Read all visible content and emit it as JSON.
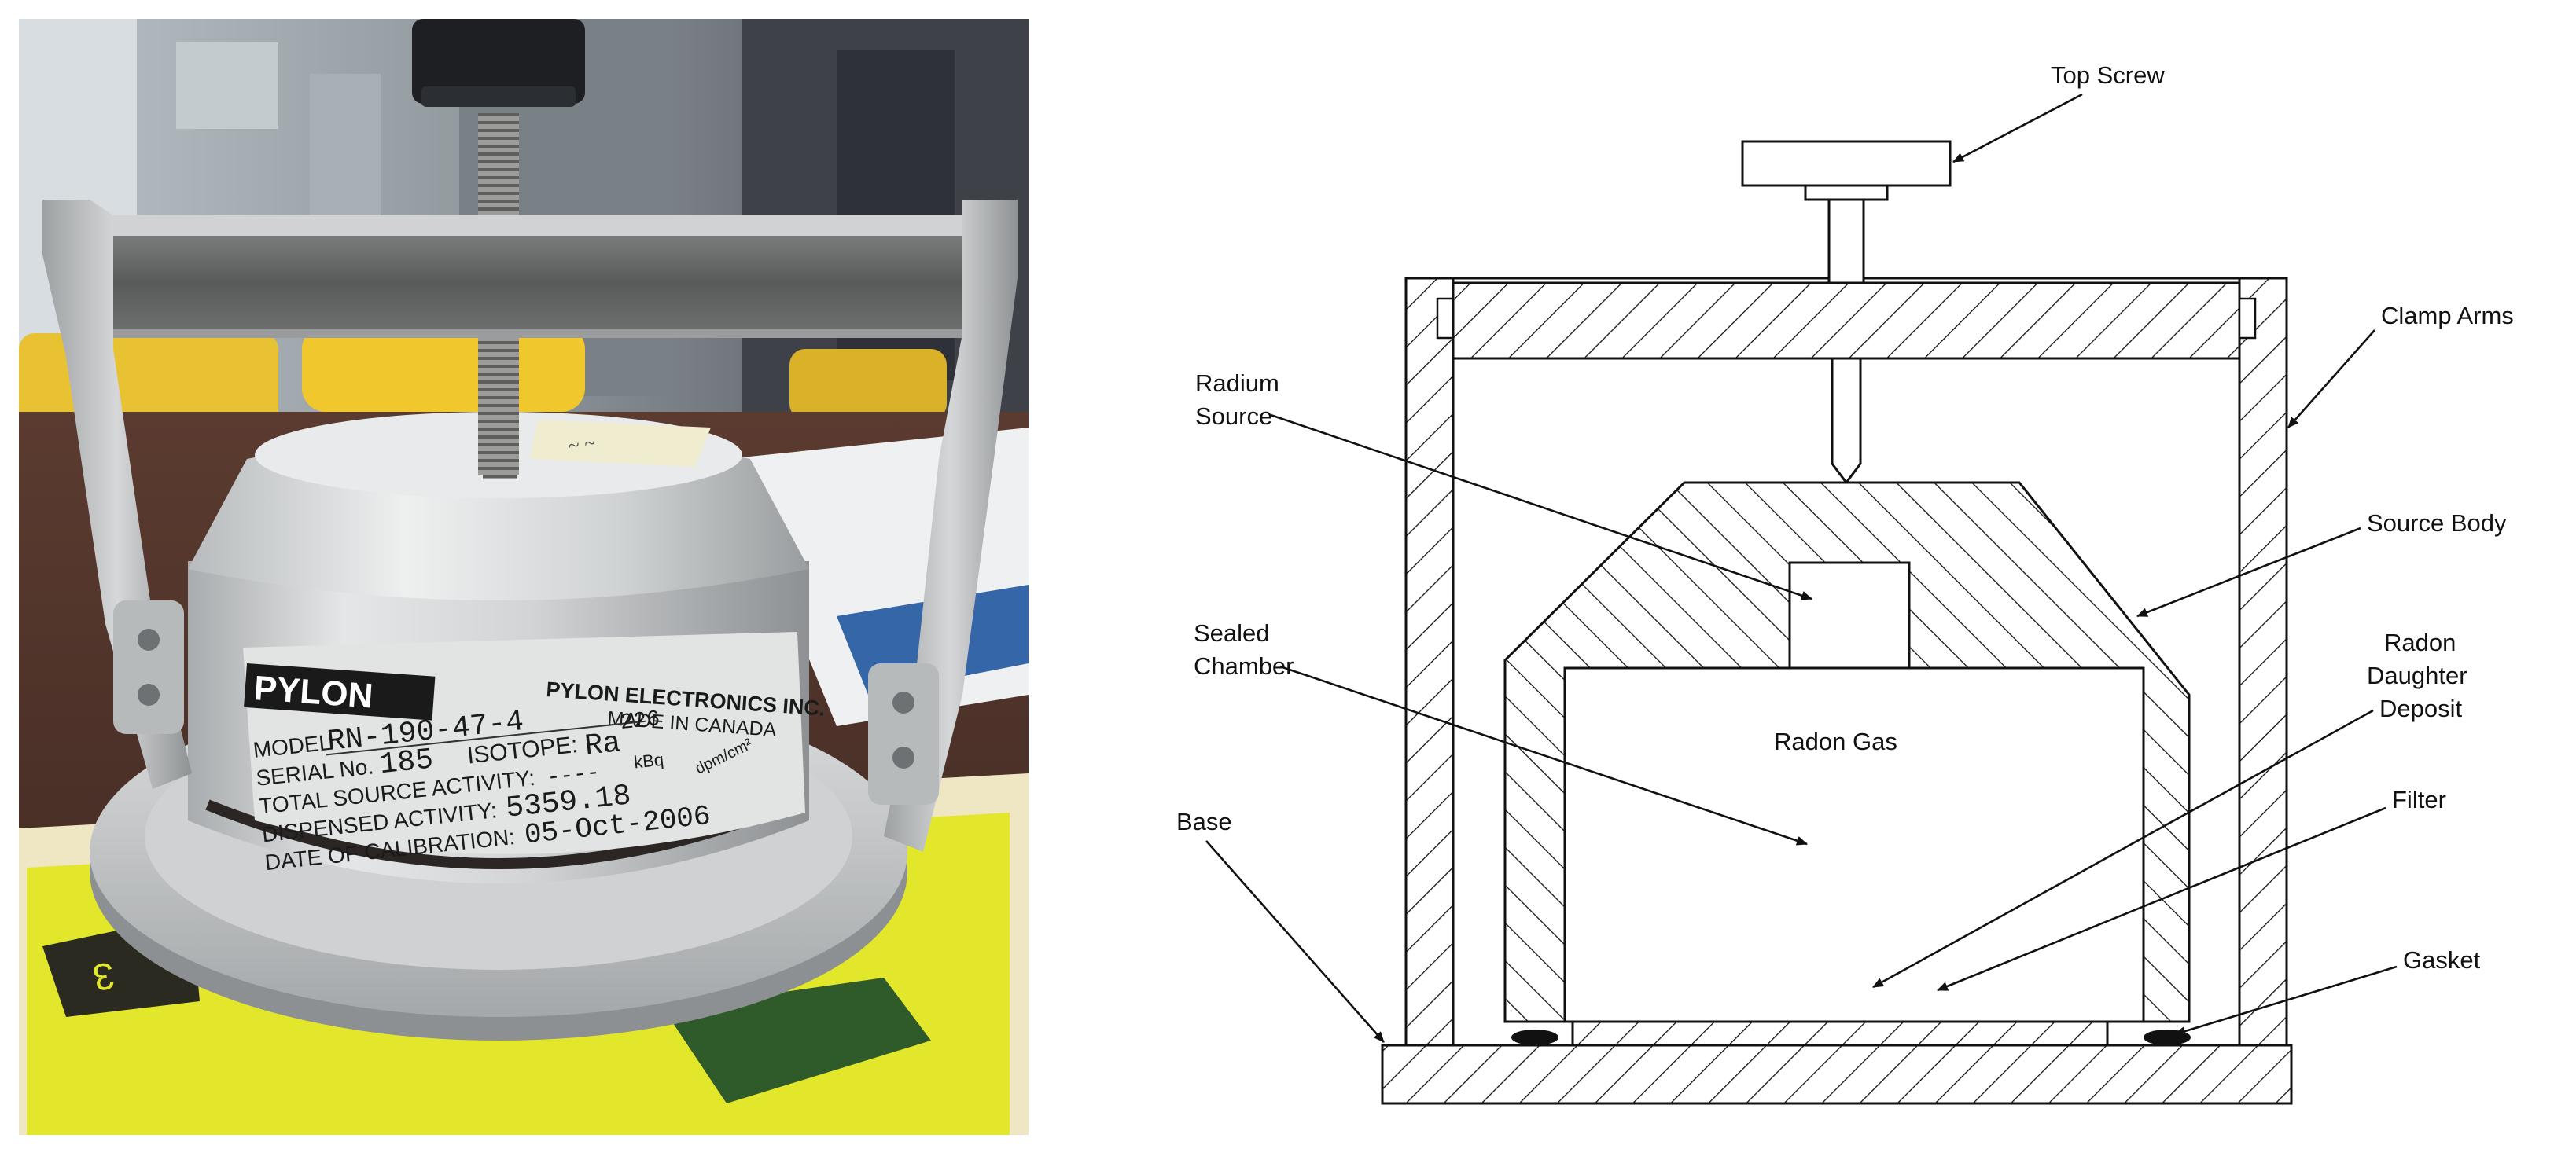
{
  "photo": {
    "brand": "PYLON",
    "company": "PYLON ELECTRONICS INC.",
    "made_in": "MADE IN CANADA",
    "model_label": "MODEL",
    "model_value": "RN-190-47-4",
    "serial_label": "SERIAL No.",
    "serial_value": "185",
    "isotope_label": "ISOTOPE:",
    "isotope_value": "Ra",
    "isotope_mass": "226",
    "total_activity_label": "TOTAL SOURCE ACTIVITY:",
    "total_activity_value": "----",
    "total_activity_unit": "kBq",
    "dispensed_label": "DISPENSED ACTIVITY:",
    "dispensed_value": "5359.18",
    "dispensed_unit": "dpm/cm²",
    "calibration_label": "DATE OF CALIBRATION:",
    "calibration_value": "05-Oct-2006",
    "sign_number": "3",
    "colors": {
      "aluminium": "#c9cbcd",
      "warning_yellow": "#e4e82a",
      "table_brown": "#4a3128",
      "screw_knob": "#1d1f22"
    }
  },
  "diagram": {
    "labels": {
      "top_screw": "Top Screw",
      "clamp_arms": "Clamp Arms",
      "radium_source_1": "Radium",
      "radium_source_2": "Source",
      "source_body": "Source Body",
      "sealed_chamber_1": "Sealed",
      "sealed_chamber_2": "Chamber",
      "radon_daughter_1": "Radon",
      "radon_daughter_2": "Daughter",
      "radon_daughter_3": "Deposit",
      "radon_gas": "Radon Gas",
      "filter": "Filter",
      "base": "Base",
      "gasket": "Gasket"
    }
  }
}
